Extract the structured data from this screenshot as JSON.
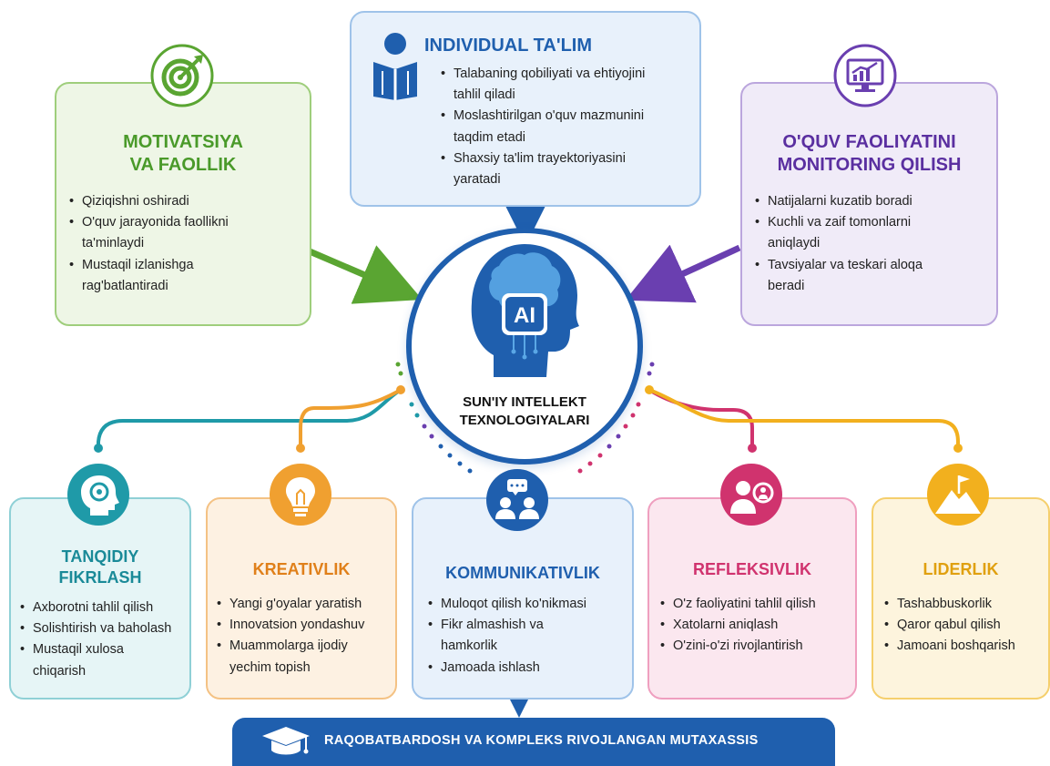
{
  "center": {
    "title_line1": "SUN'IY INTELLEKT",
    "title_line2": "TEXNOLOGIYALARI",
    "badge": "AI"
  },
  "top_cards": {
    "motivation": {
      "title_line1": "MOTIVATSIYA",
      "title_line2": "VA FAOLLIK",
      "items": [
        "Qiziqishni oshiradi",
        "O'quv jarayonida faollikni",
        "ta'minlaydi",
        "Mustaqil izlanishga",
        "rag'batlantiradi"
      ]
    },
    "individual": {
      "title": "INDIVIDUAL TA'LIM",
      "items": [
        "Talabaning qobiliyati va ehtiyojini",
        "tahlil qiladi",
        "Moslashtirilgan o'quv mazmunini",
        "taqdim etadi",
        "Shaxsiy ta'lim trayektoriyasini",
        "yaratadi"
      ]
    },
    "monitoring": {
      "title_line1": "O'QUV FAOLIYATINI",
      "title_line2": "MONITORING QILISH",
      "items": [
        "Natijalarni kuzatib boradi",
        "Kuchli va zaif tomonlarni",
        "aniqlaydi",
        "Tavsiyalar va teskari aloqa",
        "beradi"
      ]
    }
  },
  "bottom_cards": {
    "critical": {
      "title_line1": "TANQIDIY",
      "title_line2": "FIKRLASH",
      "items": [
        "Axborotni tahlil qilish",
        "Solishtirish va baholash",
        "Mustaqil xulosa",
        "chiqarish"
      ]
    },
    "creativity": {
      "title": "KREATIVLIK",
      "items": [
        "Yangi g'oyalar yaratish",
        "Innovatsion yondashuv",
        "Muammolarga ijodiy",
        "yechim topish"
      ]
    },
    "communication": {
      "title": "KOMMUNIKATIVLIK",
      "items": [
        "Muloqot qilish ko'nikmasi",
        "Fikr almashish va",
        "hamkorlik",
        "Jamoada ishlash"
      ]
    },
    "reflexivity": {
      "title": "REFLEKSIVLIK",
      "items": [
        "O'z faoliyatini tahlil qilish",
        "Xatolarni aniqlash",
        "O'zini-o'zi rivojlantirish"
      ]
    },
    "leadership": {
      "title": "LIDERLIK",
      "items": [
        "Tashabbuskorlik",
        "Qaror qabul qilish",
        "Jamoani boshqarish"
      ]
    }
  },
  "banner": {
    "text": "RAQOBATBARDOSH VA KOMPLEKS RIVOJLANGAN MUTAXASSIS"
  },
  "colors": {
    "green": "#5aa532",
    "blue": "#1f5fae",
    "purple": "#6a3fb0",
    "teal": "#1f9aa8",
    "orange": "#f0a030",
    "pink": "#d0336e",
    "gold": "#f2b01e"
  }
}
